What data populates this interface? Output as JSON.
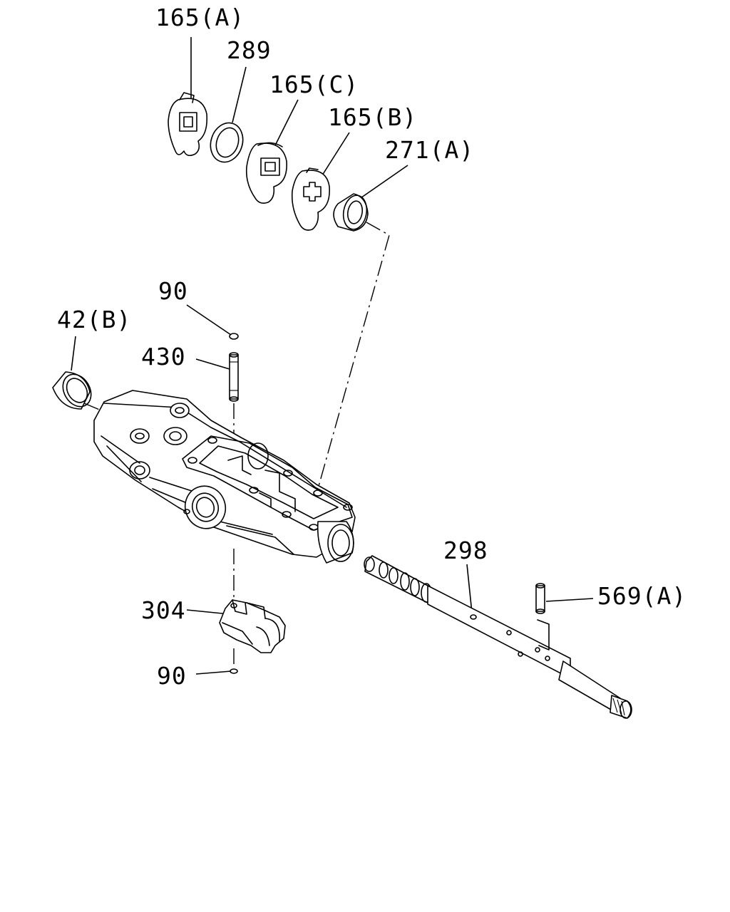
{
  "labels": {
    "p165a": "165(A)",
    "p289": "289",
    "p165c": "165(C)",
    "p165b": "165(B)",
    "p271a": "271(A)",
    "p90_top": "90",
    "p42b": "42(B)",
    "p430": "430",
    "p298": "298",
    "p569a": "569(A)",
    "p304": "304",
    "p90_bottom": "90"
  }
}
